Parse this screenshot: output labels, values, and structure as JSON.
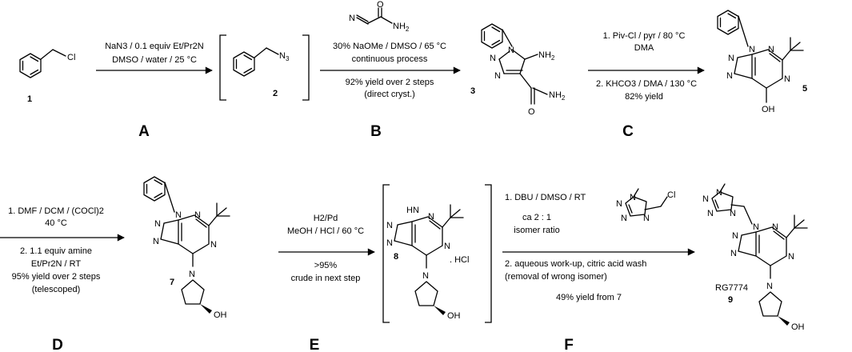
{
  "compounds": {
    "c1": "1",
    "c2": "2",
    "c3": "3",
    "c5": "5",
    "c7": "7",
    "c8": "8",
    "c9": "9",
    "rg_code": "RG7774",
    "hcl_salt": ". HCl"
  },
  "atoms": {
    "cl": "Cl",
    "n3": "N",
    "n3_sub": "3",
    "n": "N",
    "o": "O",
    "nh2": "NH",
    "nh2_sub": "2",
    "oh": "OH",
    "hn": "H",
    "nhn": "N"
  },
  "steps": {
    "A": "A",
    "B": "B",
    "C": "C",
    "D": "D",
    "E": "E",
    "F": "F"
  },
  "conditions": {
    "a1": "NaN3 / 0.1 equiv Et/Pr2N",
    "a2": "DMSO / water / 25 °C",
    "b1": "30% NaOMe / DMSO / 65 °C",
    "b2": "continuous process",
    "b3": "92% yield over 2 steps",
    "b4": "(direct cryst.)",
    "c1": "1. Piv-Cl / pyr / 80 °C",
    "c2": "DMA",
    "c3": "2. KHCO3 / DMA / 130 °C",
    "c4": "82% yield",
    "d1": "1. DMF / DCM / (COCl)2",
    "d2": "40 °C",
    "d3": "2.  1.1 equiv amine",
    "d4": "Et/Pr2N / RT",
    "d5": "95% yield over 2 steps",
    "d6": "(telescoped)",
    "e1": "H2/Pd",
    "e2": "MeOH / HCl / 60 °C",
    "e3": ">95%",
    "e4": "crude in next step",
    "f1": "1. DBU / DMSO / RT",
    "f2": "ca 2 : 1",
    "f3": "isomer ratio",
    "f4": "2. aqueous work-up, citric acid wash",
    "f5": "(removal of wrong isomer)",
    "f6": "49% yield from 7"
  }
}
